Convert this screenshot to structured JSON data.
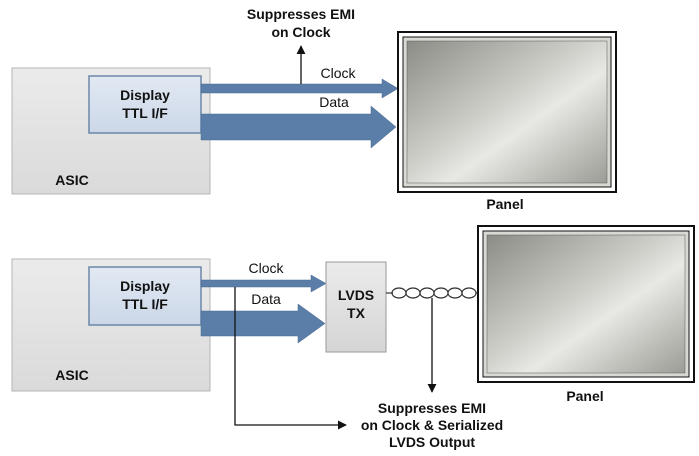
{
  "top": {
    "block_label": "ASIC",
    "interface_label_line1": "Display",
    "interface_label_line2": "TTL I/F",
    "clock_label": "Clock",
    "data_label": "Data",
    "emi_note_line1": "Suppresses EMI",
    "emi_note_line2": "on Clock",
    "panel_label": "Panel"
  },
  "bottom": {
    "block_label": "ASIC",
    "interface_label_line1": "Display",
    "interface_label_line2": "TTL I/F",
    "clock_label": "Clock",
    "data_label": "Data",
    "transmitter_label_line1": "LVDS",
    "transmitter_label_line2": "TX",
    "emi_note_line1": "Suppresses EMI",
    "emi_note_line2": "on Clock & Serialized",
    "emi_note_line3": "LVDS Output",
    "panel_label": "Panel"
  },
  "colors": {
    "asic_fill": "#e3e3e3",
    "interface_fill": "#d7e1ef",
    "arrow_fill": "#5b7ea8",
    "panel_frame": "#111111"
  }
}
